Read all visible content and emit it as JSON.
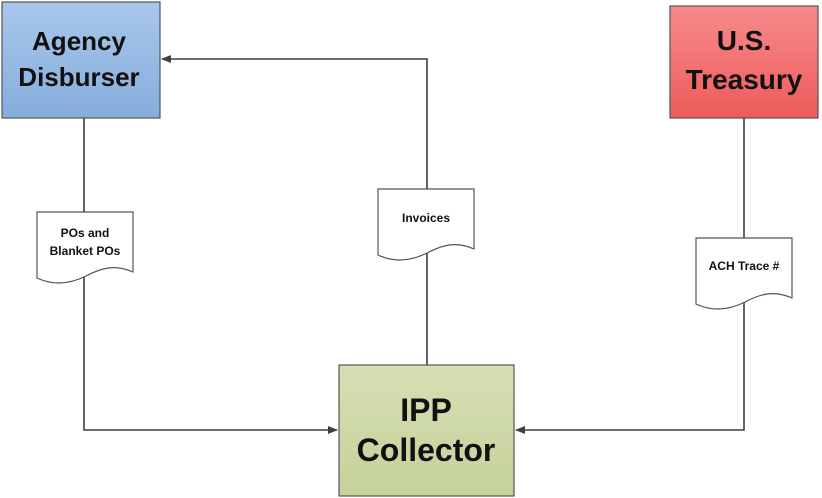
{
  "nodes": {
    "agency": {
      "line1": "Agency",
      "line2": "Disburser",
      "color": "#8fb4e0"
    },
    "treasury": {
      "line1": "U.S.",
      "line2": "Treasury",
      "color": "#f26b6b"
    },
    "ipp": {
      "line1": "IPP",
      "line2": "Collector",
      "color": "#cdd8a7"
    }
  },
  "documents": {
    "pos": {
      "line1": "POs and",
      "line2": "Blanket POs"
    },
    "invoices": {
      "label": "Invoices"
    },
    "ach": {
      "label": "ACH Trace #"
    }
  }
}
